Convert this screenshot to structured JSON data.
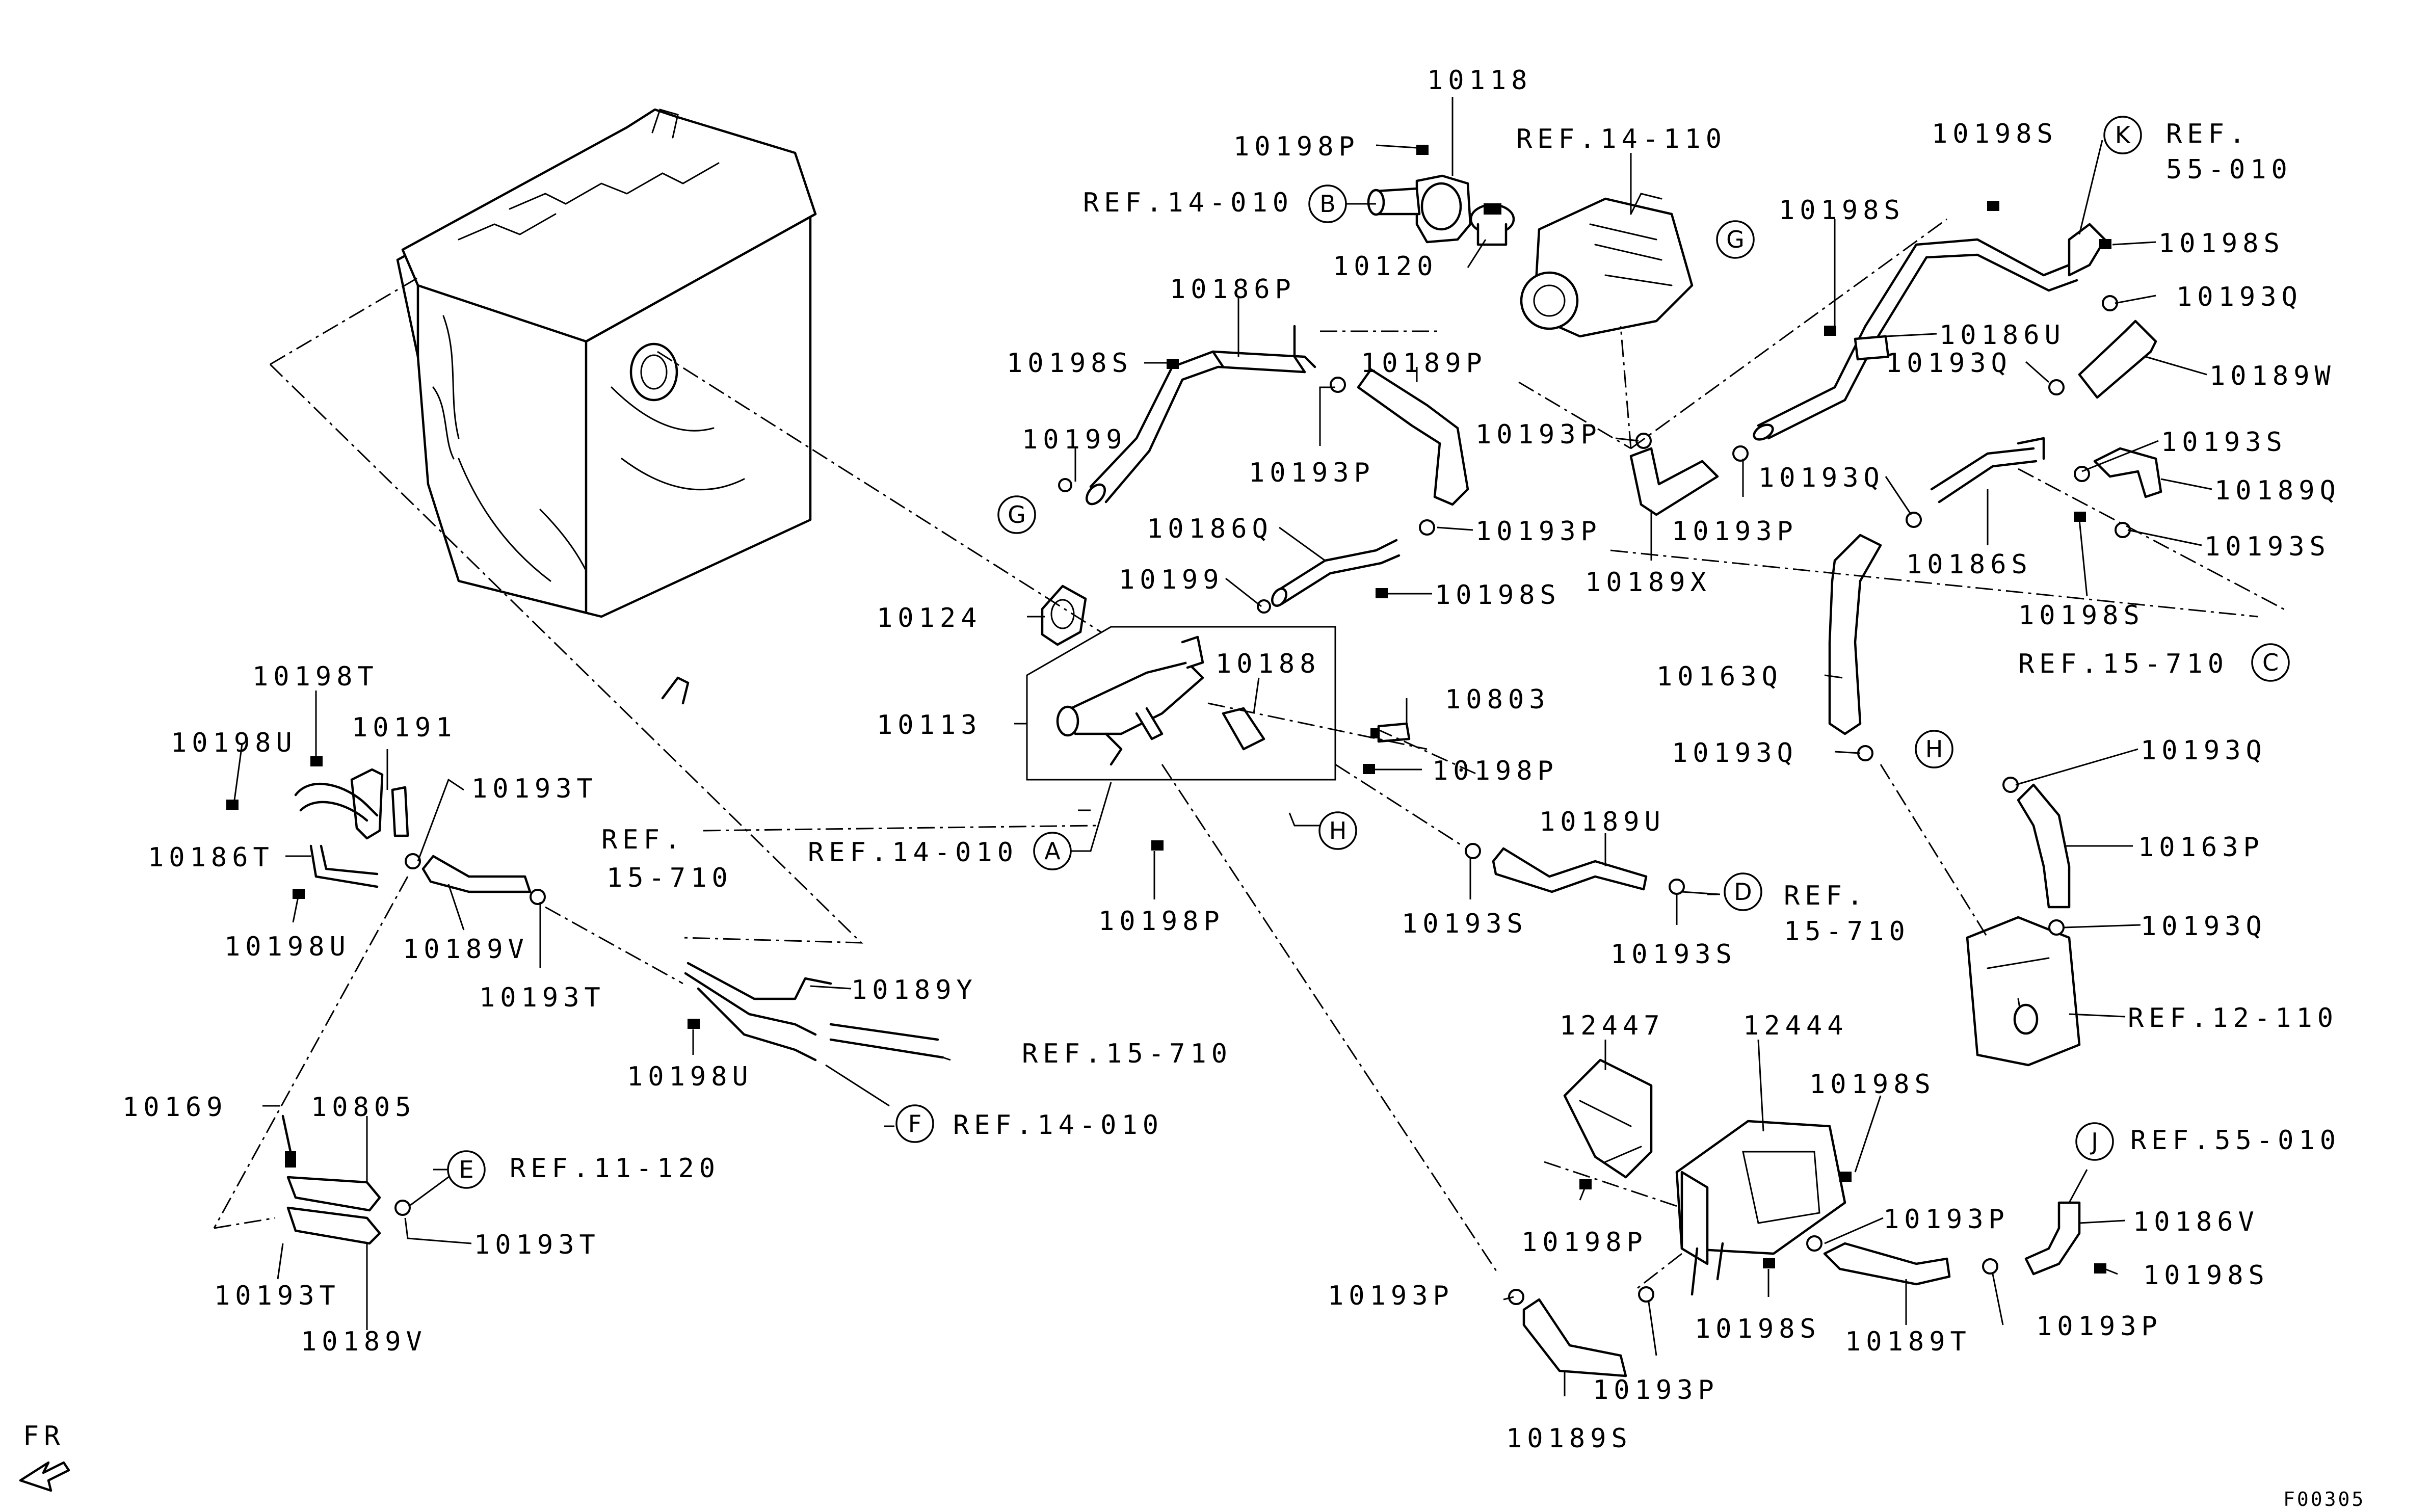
{
  "diagram": {
    "drawing_code": "F00305",
    "direction_label": "FR",
    "labels": [
      {
        "id": "l1",
        "text": "10118"
      },
      {
        "id": "l2",
        "text": "10198P"
      },
      {
        "id": "l3",
        "text": "REF.14-010"
      },
      {
        "id": "l4",
        "text": "10120"
      },
      {
        "id": "l5",
        "text": "REF.14-110"
      },
      {
        "id": "l6",
        "text": "10186P"
      },
      {
        "id": "l7",
        "text": "10198S"
      },
      {
        "id": "l8",
        "text": "10199"
      },
      {
        "id": "l9",
        "text": "10189P"
      },
      {
        "id": "l10",
        "text": "10193P"
      },
      {
        "id": "l11",
        "text": "10186Q"
      },
      {
        "id": "l12",
        "text": "10193P"
      },
      {
        "id": "l13",
        "text": "10199"
      },
      {
        "id": "l14",
        "text": "10198S"
      },
      {
        "id": "l15",
        "text": "10193P"
      },
      {
        "id": "l16",
        "text": "10193P"
      },
      {
        "id": "l17",
        "text": "10189X"
      },
      {
        "id": "l18",
        "text": "10198S"
      },
      {
        "id": "l19",
        "text": "10198S"
      },
      {
        "id": "l20",
        "text": "10186U"
      },
      {
        "id": "l21",
        "text": "REF."
      },
      {
        "id": "l22",
        "text": "55-010"
      },
      {
        "id": "l23",
        "text": "10198S"
      },
      {
        "id": "l24",
        "text": "10193Q"
      },
      {
        "id": "l25",
        "text": "10189W"
      },
      {
        "id": "l26",
        "text": "10193Q"
      },
      {
        "id": "l27",
        "text": "10193S"
      },
      {
        "id": "l28",
        "text": "10193Q"
      },
      {
        "id": "l29",
        "text": "10189Q"
      },
      {
        "id": "l30",
        "text": "10186S"
      },
      {
        "id": "l31",
        "text": "10193S"
      },
      {
        "id": "l32",
        "text": "10198S"
      },
      {
        "id": "l33",
        "text": "REF.15-710"
      },
      {
        "id": "l34",
        "text": "10163Q"
      },
      {
        "id": "l35",
        "text": "10193Q"
      },
      {
        "id": "l36",
        "text": "10193Q"
      },
      {
        "id": "l37",
        "text": "10163P"
      },
      {
        "id": "l38",
        "text": "10193Q"
      },
      {
        "id": "l39",
        "text": "REF.12-110"
      },
      {
        "id": "l40",
        "text": "10124"
      },
      {
        "id": "l41",
        "text": "10188"
      },
      {
        "id": "l42",
        "text": "10113"
      },
      {
        "id": "l43",
        "text": "10803"
      },
      {
        "id": "l44",
        "text": "10198P"
      },
      {
        "id": "l45",
        "text": "REF.14-010"
      },
      {
        "id": "l46",
        "text": "10198P"
      },
      {
        "id": "l47",
        "text": "10189U"
      },
      {
        "id": "l48",
        "text": "10193S"
      },
      {
        "id": "l49",
        "text": "10193S"
      },
      {
        "id": "l50",
        "text": "REF."
      },
      {
        "id": "l51",
        "text": "15-710"
      },
      {
        "id": "l52",
        "text": "10198T"
      },
      {
        "id": "l53",
        "text": "10198U"
      },
      {
        "id": "l54",
        "text": "10191"
      },
      {
        "id": "l55",
        "text": "10193T"
      },
      {
        "id": "l56",
        "text": "10186T"
      },
      {
        "id": "l57",
        "text": "10198U"
      },
      {
        "id": "l58",
        "text": "10189V"
      },
      {
        "id": "l59",
        "text": "10193T"
      },
      {
        "id": "l60",
        "text": "REF."
      },
      {
        "id": "l61",
        "text": "15-710"
      },
      {
        "id": "l62",
        "text": "10189Y"
      },
      {
        "id": "l63",
        "text": "10198U"
      },
      {
        "id": "l64",
        "text": "REF.15-710"
      },
      {
        "id": "l65",
        "text": "REF.14-010"
      },
      {
        "id": "l66",
        "text": "10169"
      },
      {
        "id": "l67",
        "text": "10805"
      },
      {
        "id": "l68",
        "text": "REF.11-120"
      },
      {
        "id": "l69",
        "text": "10193T"
      },
      {
        "id": "l70",
        "text": "10193T"
      },
      {
        "id": "l71",
        "text": "10189V"
      },
      {
        "id": "l72",
        "text": "12447"
      },
      {
        "id": "l73",
        "text": "12444"
      },
      {
        "id": "l74",
        "text": "10198S"
      },
      {
        "id": "l75",
        "text": "REF.55-010"
      },
      {
        "id": "l76",
        "text": "10193P"
      },
      {
        "id": "l77",
        "text": "10186V"
      },
      {
        "id": "l78",
        "text": "10198S"
      },
      {
        "id": "l79",
        "text": "10198P"
      },
      {
        "id": "l80",
        "text": "10193P"
      },
      {
        "id": "l81",
        "text": "10198S"
      },
      {
        "id": "l82",
        "text": "10189T"
      },
      {
        "id": "l83",
        "text": "10193P"
      },
      {
        "id": "l84",
        "text": "10193P"
      },
      {
        "id": "l85",
        "text": "10189S"
      }
    ],
    "callouts": [
      {
        "id": "cB",
        "letter": "B"
      },
      {
        "id": "cG1",
        "letter": "G"
      },
      {
        "id": "cK",
        "letter": "K"
      },
      {
        "id": "cG2",
        "letter": "G"
      },
      {
        "id": "cC",
        "letter": "C"
      },
      {
        "id": "cH1",
        "letter": "H"
      },
      {
        "id": "cA",
        "letter": "A"
      },
      {
        "id": "cH2",
        "letter": "H"
      },
      {
        "id": "cD",
        "letter": "D"
      },
      {
        "id": "cF",
        "letter": "F"
      },
      {
        "id": "cE",
        "letter": "E"
      },
      {
        "id": "cJ",
        "letter": "J"
      }
    ]
  }
}
